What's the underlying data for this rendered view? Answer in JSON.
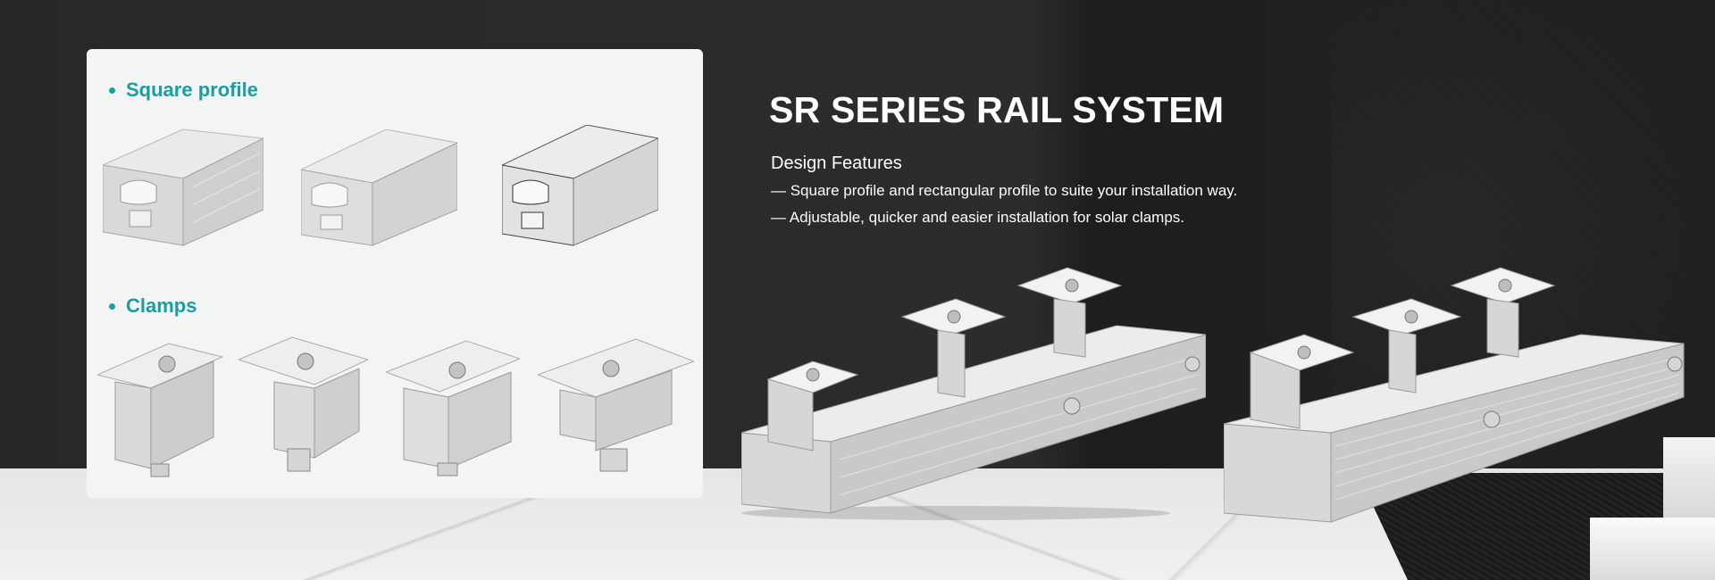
{
  "panel": {
    "sections": [
      {
        "title": "Square profile"
      },
      {
        "title": "Clamps"
      }
    ]
  },
  "main": {
    "heading": "SR SERIES RAIL SYSTEM",
    "subheading": "Design Features",
    "features": [
      "— Square profile and rectangular profile to suite your installation way.",
      "— Adjustable, quicker and easier installation for solar clamps."
    ]
  },
  "colors": {
    "accent": "#1a9ea0",
    "background": "#2a2a2a",
    "panel": "#f3f4f4",
    "text": "#ffffff"
  },
  "icons": [
    "rail-profile-image",
    "clamp-image",
    "rail-assembly-image"
  ]
}
